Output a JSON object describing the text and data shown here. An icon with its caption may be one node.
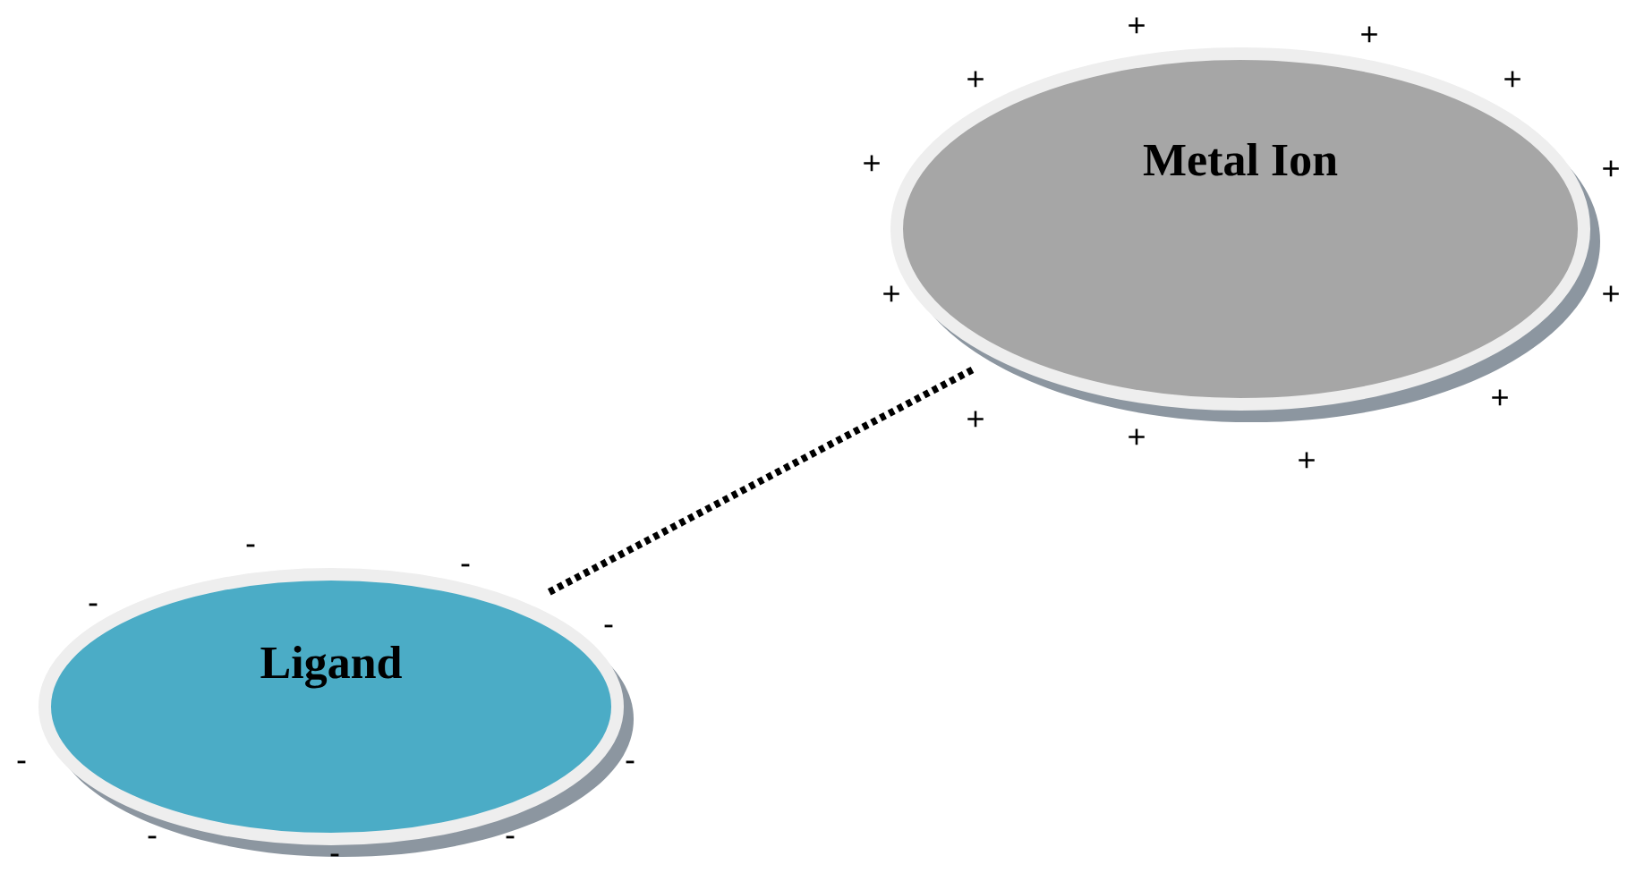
{
  "diagram": {
    "nodes": [
      {
        "text": [
          "Metal Ion"
        ]
      },
      {
        "text": [
          "Ligand"
        ]
      }
    ],
    "edges": [
      {
        "from": 1,
        "to": 0,
        "arrow": "none",
        "style": "dashed"
      }
    ],
    "labels": [
      "+",
      "+",
      "+",
      "+",
      "+",
      "+",
      "+",
      "+",
      "+",
      "+",
      "+",
      "+",
      "-",
      "-",
      "-",
      "-",
      "-",
      "-",
      "-",
      "-",
      "-"
    ]
  }
}
